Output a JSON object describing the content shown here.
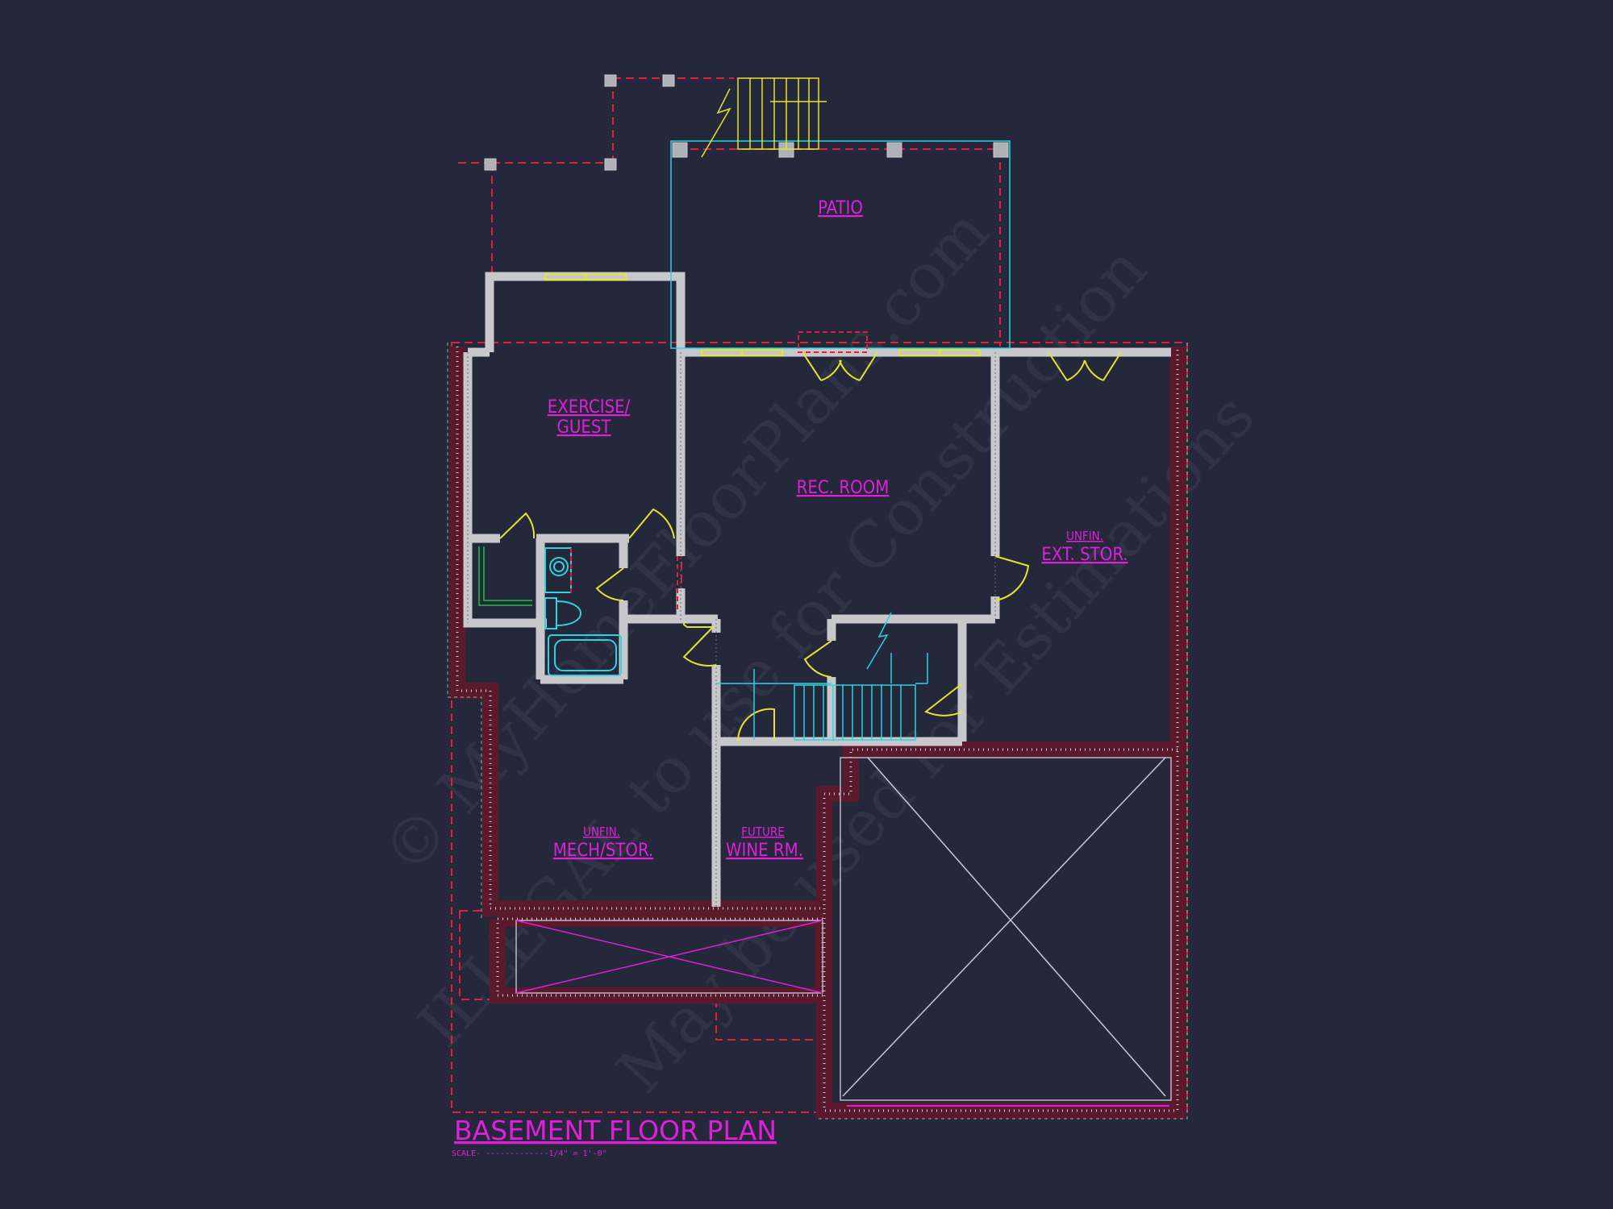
{
  "title": "BASEMENT FLOOR PLAN",
  "scale": "SCALE- -------------1/4\" = 1'-0\"",
  "rooms": {
    "patio": "PATIO",
    "exercise_l1": "EXERCISE/",
    "exercise_l2": "GUEST",
    "rec_room": "REC. ROOM",
    "ext_stor_l1": "UNFIN.",
    "ext_stor_l2": "EXT. STOR.",
    "mech_l1": "UNFIN.",
    "mech_l2": "MECH/STOR.",
    "wine_l1": "FUTURE",
    "wine_l2": "WINE RM."
  },
  "watermark": {
    "line1": "© MyHomeFloorPlans.com",
    "line2": "ILLEGAL to use for Construction",
    "line3": "May be used for Estimations"
  },
  "colors": {
    "background": "#25283b",
    "wall": "#c8c8cc",
    "label": "#e020d8",
    "door": "#e5e52a",
    "fixture": "#2ad4e0",
    "dashed": "#e0203a"
  }
}
